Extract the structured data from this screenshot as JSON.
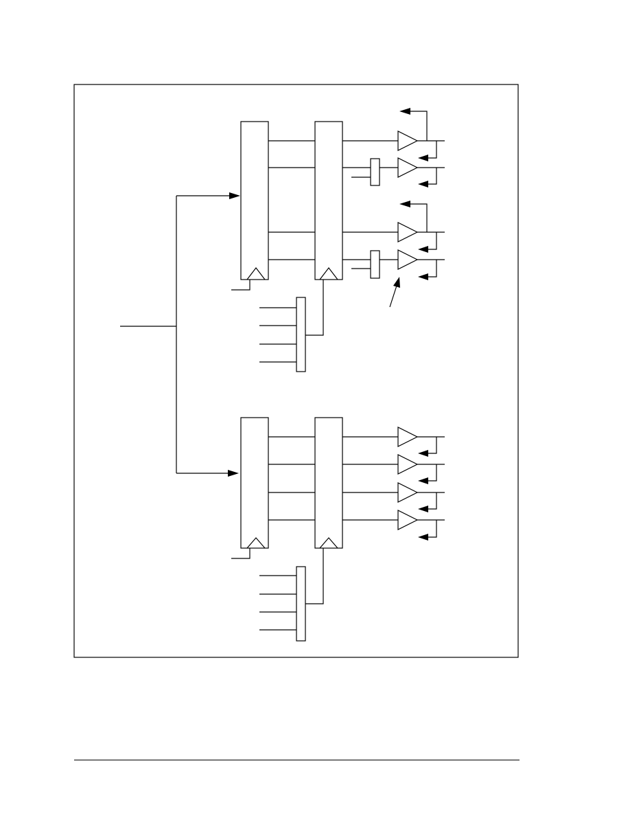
{
  "diagram": {
    "upper_group": {
      "output_buffers": 4,
      "enable_latches": 2,
      "select_inputs": 4
    },
    "lower_group": {
      "output_buffers": 4,
      "enable_latches": 0,
      "select_inputs": 4
    },
    "colors": {
      "line": "#000000",
      "background": "#ffffff"
    }
  }
}
